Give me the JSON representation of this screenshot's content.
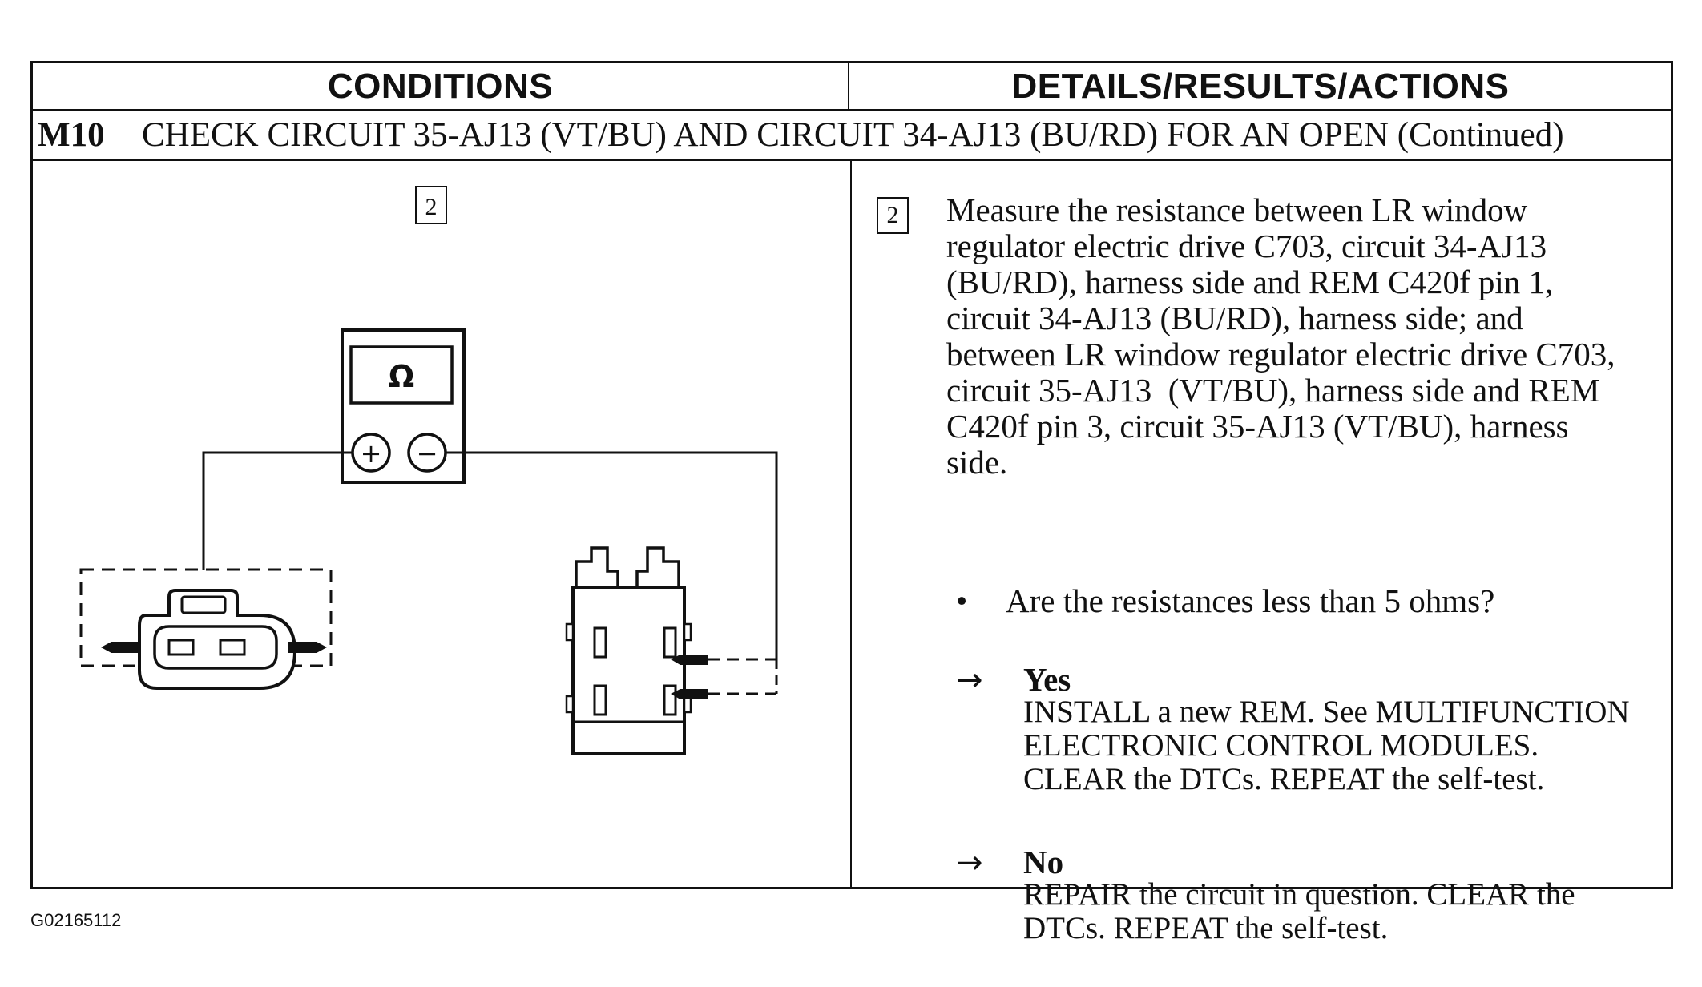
{
  "headers": {
    "conditions": "CONDITIONS",
    "details": "DETAILS/RESULTS/ACTIONS"
  },
  "step": {
    "id": "M10",
    "title": "CHECK CIRCUIT 35-AJ13 (VT/BU) AND CIRCUIT 34-AJ13 (BU/RD) FOR AN OPEN (Continued)"
  },
  "diagram": {
    "step_number": "2",
    "meter_symbol": "Ω",
    "plus_symbol": "+",
    "minus_symbol": "−",
    "icons": [
      "ohmmeter-icon",
      "connector-c703-icon",
      "connector-c420f-icon"
    ]
  },
  "details": {
    "step_number": "2",
    "instruction_lines": [
      "Measure the resistance between LR window",
      "regulator electric drive C703, circuit 34-AJ13",
      "(BU/RD), harness side and REM C420f pin 1,",
      "circuit 34-AJ13 (BU/RD), harness side; and",
      "between LR window regulator electric drive C703,",
      "circuit 35-AJ13  (VT/BU), harness side and REM",
      "C420f pin 3, circuit 35-AJ13 (VT/BU), harness",
      "side."
    ],
    "bullet": "•",
    "question": "Are the resistances less than 5 ohms?",
    "arrow": "→",
    "yes": {
      "label": "Yes",
      "lines": [
        "INSTALL a new REM. See MULTIFUNCTION",
        "ELECTRONIC CONTROL MODULES.",
        "CLEAR the DTCs. REPEAT the self-test."
      ]
    },
    "no": {
      "label": "No",
      "lines": [
        "REPAIR the circuit in question. CLEAR the",
        "DTCs. REPEAT the self-test."
      ]
    }
  },
  "footer": {
    "figure_id": "G02165112"
  }
}
